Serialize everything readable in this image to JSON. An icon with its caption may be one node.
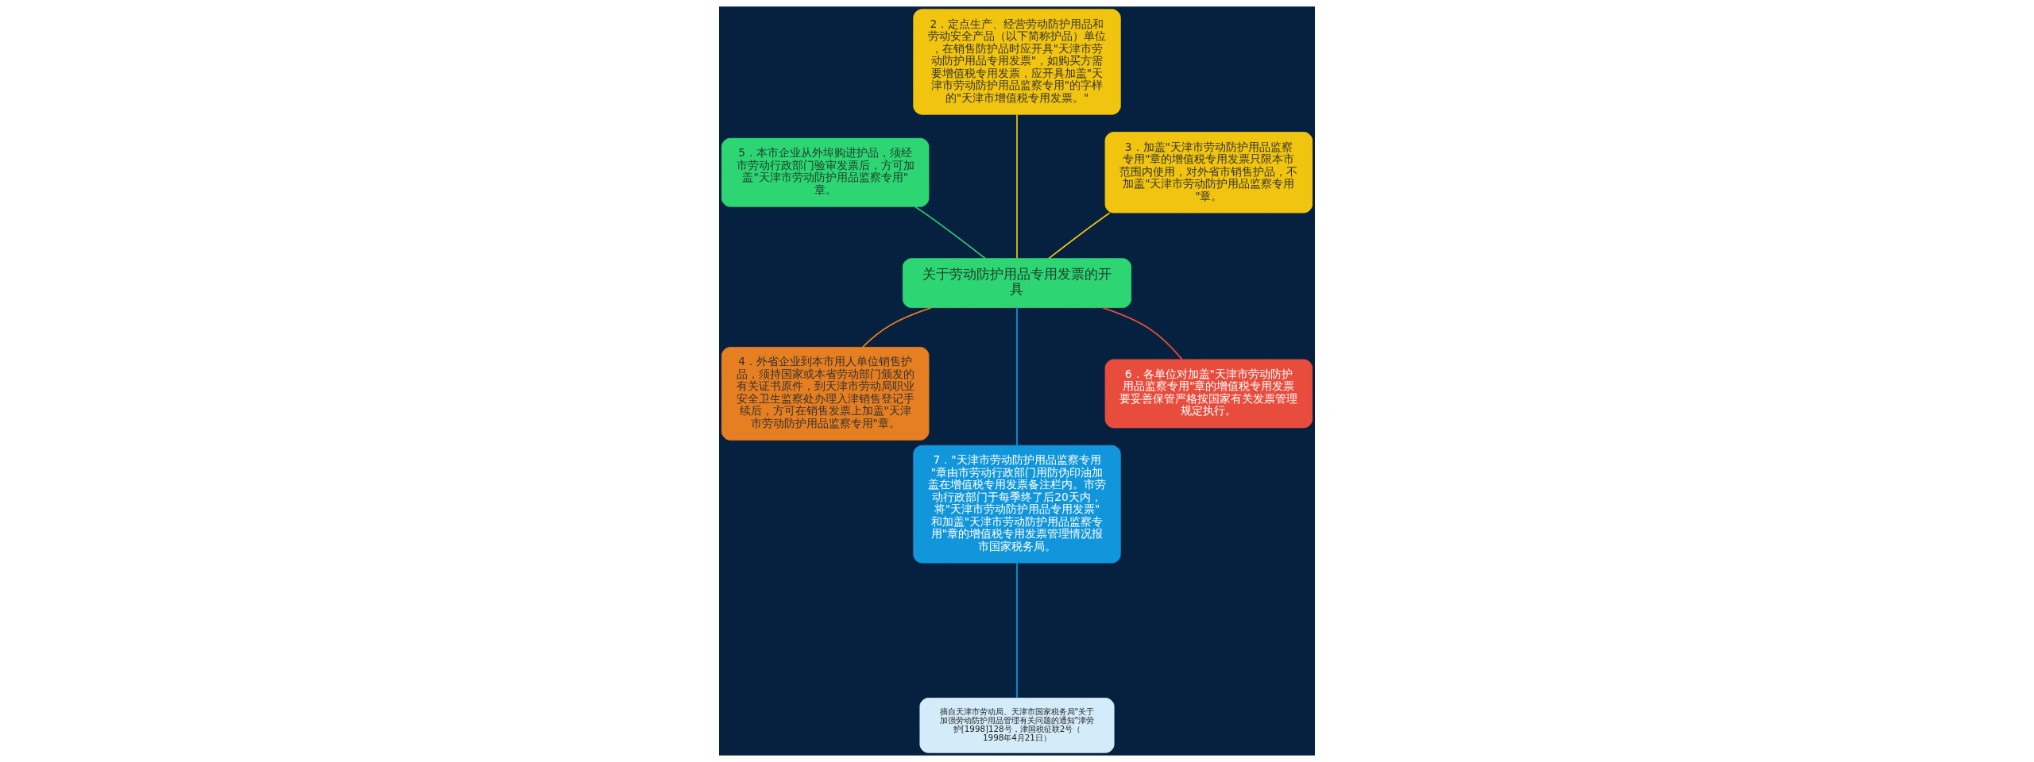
{
  "diagram": {
    "nodes": [
      {
        "text": [
          "关于劳动防护用品专用发票的开具"
        ]
      },
      {
        "text": [
          "3．加盖\"天津市劳动防护用品监察专用\"章的增值税专用发票只限本市范围内使用，对外省市销售护品，不加盖\"天津市劳动防护用品监察专用\"章。"
        ]
      },
      {
        "text": [
          "2．定点生产、经营劳动防护用品和劳动安全产品（以下简称护品）单位，在销售防护品时应开具\"天津市劳动防护用品专用发票\"，如购买方需要增值税专用发票，应开具加盖\"天津市劳动防护用品监察专用\"的字样的\"天津市增值税专用发票。\""
        ]
      },
      {
        "text": [
          "5．本市企业从外埠购进护品，须经市劳动行政部门验审发票后，方可加盖\"天津市劳动防护用品监察专用\"章。"
        ]
      },
      {
        "text": [
          "4．外省企业到本市用人单位销售护品，须持国家或本省劳动部门颁发的有关证书原件，到天津市劳动局职业安全卫生监察处办理入津销售登记手续后，方可在销售发票上加盖\"天津市劳动防护用品监察专用\"章。"
        ]
      },
      {
        "text": [
          "7．\"天津市劳动防护用品监察专用\"章由市劳动行政部门用防伪印油加盖在增值税专用发票备注栏内。市劳动行政部门于每季终了后20天内，将\"天津市劳动防护用品专用发票\"和加盖\"天津市劳动防护用品监察专用\"章的增值税专用发票管理情况报市国家税务局。"
        ]
      },
      {
        "text": [
          "6．各单位对加盖\"天津市劳动防护用品监察专用\"章的增值税专用发票要妥善保管严格按国家有关发票管理规定执行。"
        ]
      },
      {
        "text": [
          "摘自天津市劳动局、天津市国家税务局\"关于加强劳动防护用品管理有关问题的通知\"津劳护[1998]128号，津国税征联2号（1998年4月21日）"
        ]
      }
    ],
    "edges": [
      {
        "from": 0,
        "to": 1,
        "arrow": "none",
        "color": "#f1c40f"
      },
      {
        "from": 0,
        "to": 2,
        "arrow": "none",
        "color": "#f1c40f"
      },
      {
        "from": 0,
        "to": 3,
        "arrow": "none",
        "color": "#2ed573"
      },
      {
        "from": 0,
        "to": 4,
        "arrow": "none",
        "color": "#e67e22"
      },
      {
        "from": 0,
        "to": 5,
        "arrow": "none",
        "color": "#1296db"
      },
      {
        "from": 0,
        "to": 6,
        "arrow": "none",
        "color": "#e74c3c"
      },
      {
        "from": 5,
        "to": 7,
        "arrow": "none",
        "color": "#1296db"
      }
    ]
  }
}
